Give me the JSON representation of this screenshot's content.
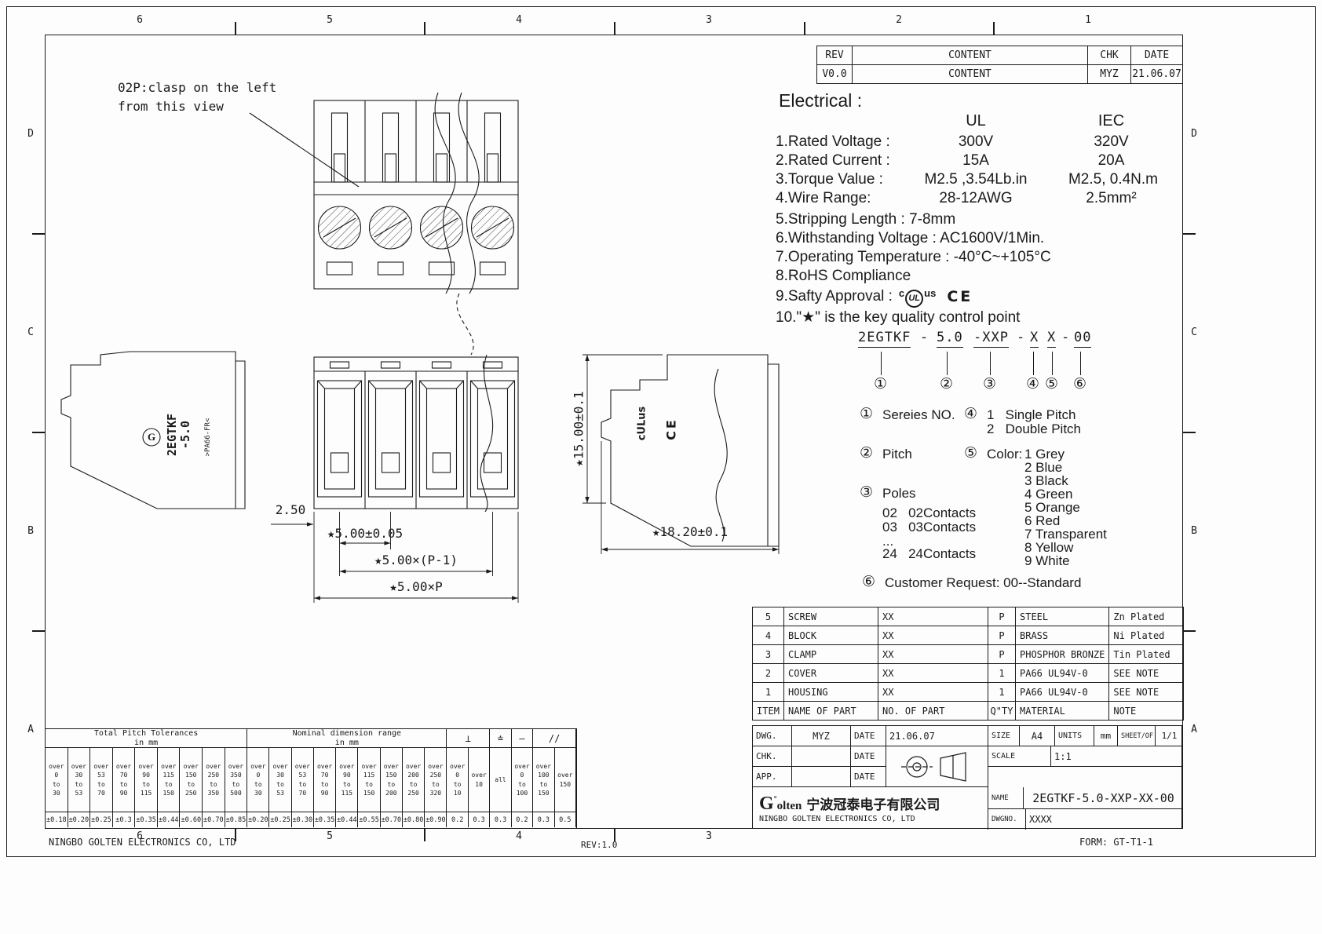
{
  "frame": {
    "cols": [
      "6",
      "5",
      "4",
      "3",
      "2",
      "1"
    ],
    "rows": [
      "D",
      "C",
      "B",
      "A"
    ],
    "footer_company": "NINGBO GOLTEN ELECTRONICS CO, LTD",
    "footer_rev": "REV:1.0",
    "footer_form": "FORM: GT-T1-1"
  },
  "revision": {
    "h0": "REV",
    "h1": "CONTENT",
    "h2": "CHK",
    "h3": "DATE",
    "r0": "V0.0",
    "r1": "CONTENT",
    "r2": "MYZ",
    "r3": "21.06.07"
  },
  "electrical": {
    "title": "Electrical :",
    "ul": "UL",
    "iec": "IEC",
    "rows": [
      {
        "label": "1.Rated Voltage :",
        "ul": "300V",
        "iec": "320V"
      },
      {
        "label": "2.Rated Current :",
        "ul": "15A",
        "iec": "20A"
      },
      {
        "label": "3.Torque Value :",
        "ul": "M2.5 ,3.54Lb.in",
        "iec": "M2.5, 0.4N.m"
      },
      {
        "label": "4.Wire Range:",
        "ul": "28-12AWG",
        "iec": "2.5mm²"
      }
    ],
    "l5": "5.Stripping Length : 7-8mm",
    "l6": "6.Withstanding Voltage : AC1600V/1Min.",
    "l7": "7.Operating Temperature : -40°C~+105°C",
    "l8": "8.RoHS Compliance",
    "l9": "9.Safty Approval :",
    "l10": "10.\"★\" is the key quality control point",
    "ul_c": "c",
    "ul_core": "UL",
    "ul_us": "us",
    "ce": "CE"
  },
  "ordering": {
    "seg0": "2EGTKF",
    "d1": "-",
    "seg1": "5.0",
    "seg2": "-XXP",
    "d2": "-",
    "seg3": "X",
    "seg4": "X",
    "d3": "-",
    "seg5": "00",
    "n1": "①",
    "n2": "②",
    "n3": "③",
    "n4": "④",
    "n5": "⑤",
    "n6": "⑥"
  },
  "legend": {
    "n1": "①",
    "s1": "Sereies NO.",
    "n2": "②",
    "s2": "Pitch",
    "n3": "③",
    "s3": "Poles",
    "poles": [
      "02   02Contacts",
      "03   03Contacts",
      "...",
      "24   24Contacts"
    ],
    "n4": "④",
    "s4": [
      "1   Single Pitch",
      "2   Double Pitch"
    ],
    "n5": "⑤",
    "s5": "Color:",
    "colors": [
      "1 Grey",
      "2 Blue",
      "3 Black",
      "4 Green",
      "5 Orange",
      "6 Red",
      "7 Transparent",
      "8 Yellow",
      "9 White"
    ],
    "n6": "⑥",
    "s6": "Customer Request: 00--Standard"
  },
  "drawing": {
    "note1": "02P:clasp on the left",
    "note2": "from this view",
    "side1": "2EGTKF",
    "side2": "-5.0",
    "molding": ">PA66-FR<",
    "logo_g": "G",
    "mark_ul": "cULus",
    "mark_ce": "CE",
    "dim_offset": "2.50",
    "dim_pitch": "★5.00±0.05",
    "dim_span": "★5.00×(P-1)",
    "dim_total": "★5.00×P",
    "dim_height": "★15.00±0.1",
    "dim_depth": "★18.20±0.1"
  },
  "parts": {
    "rows": [
      {
        "item": "5",
        "name": "SCREW",
        "no": "XX",
        "qty": "P",
        "material": "STEEL",
        "note": "Zn Plated"
      },
      {
        "item": "4",
        "name": "BLOCK",
        "no": "XX",
        "qty": "P",
        "material": "BRASS",
        "note": "Ni Plated"
      },
      {
        "item": "3",
        "name": "CLAMP",
        "no": "XX",
        "qty": "P",
        "material": "PHOSPHOR BRONZE",
        "note": "Tin Plated"
      },
      {
        "item": "2",
        "name": "COVER",
        "no": "XX",
        "qty": "1",
        "material": "PA66 UL94V-0",
        "note": "SEE NOTE"
      },
      {
        "item": "1",
        "name": "HOUSING",
        "no": "XX",
        "qty": "1",
        "material": "PA66 UL94V-0",
        "note": "SEE NOTE"
      }
    ],
    "f_item": "ITEM",
    "f_name": "NAME OF PART",
    "f_no": "NO. OF PART",
    "f_qty": "Q\"TY",
    "f_mat": "MATERIAL",
    "f_note": "NOTE"
  },
  "title_block": {
    "dwg_label": "DWG.",
    "dwg": "MYZ",
    "date_label": "DATE",
    "date": "21.06.07",
    "chk_label": "CHK.",
    "app_label": "APP.",
    "size_label": "SIZE",
    "size": "A4",
    "units_label": "UNITS",
    "units": "mm",
    "sheet_label": "SHEET/OF",
    "sheet": "1/1",
    "scale_label": "SCALE",
    "scale": "1:1",
    "name_label": "NAME",
    "name": "2EGTKF-5.0-XXP-XX-00",
    "dwgno_label": "DWGNO.",
    "dwgno": "XXXX",
    "logo_g": "G",
    "logo_deg": "°",
    "logo_rest": "olten",
    "company_cn": "宁波冠泰电子有限公司",
    "company_en": "NINGBO GOLTEN ELECTRONICS CO, LTD"
  },
  "tol": {
    "pitch_title": "Total Pitch Tolerances",
    "pitch_unit": "in mm",
    "pitch": [
      {
        "r": "over\n0\nto\n30",
        "v": "±0.18"
      },
      {
        "r": "over\n30\nto\n53",
        "v": "±0.20"
      },
      {
        "r": "over\n53\nto\n70",
        "v": "±0.25"
      },
      {
        "r": "over\n70\nto\n90",
        "v": "±0.3"
      },
      {
        "r": "over\n90\nto\n115",
        "v": "±0.35"
      },
      {
        "r": "over\n115\nto\n150",
        "v": "±0.44"
      },
      {
        "r": "over\n150\nto\n250",
        "v": "±0.60"
      },
      {
        "r": "over\n250\nto\n350",
        "v": "±0.70"
      },
      {
        "r": "over\n350\nto\n500",
        "v": "±0.85"
      }
    ],
    "nom_title": "Nominal dimension range",
    "nom_unit": "in mm",
    "nom": [
      {
        "r": "over\n0\nto\n30",
        "v": "±0.20"
      },
      {
        "r": "over\n30\nto\n53",
        "v": "±0.25"
      },
      {
        "r": "over\n53\nto\n70",
        "v": "±0.30"
      },
      {
        "r": "over\n70\nto\n90",
        "v": "±0.35"
      },
      {
        "r": "over\n90\nto\n115",
        "v": "±0.44"
      },
      {
        "r": "over\n115\nto\n150",
        "v": "±0.55"
      },
      {
        "r": "over\n150\nto\n200",
        "v": "±0.70"
      },
      {
        "r": "over\n200\nto\n250",
        "v": "±0.80"
      },
      {
        "r": "over\n250\nto\n320",
        "v": "±0.90"
      }
    ],
    "sym": [
      "⊥",
      "≐",
      "—",
      "//"
    ],
    "geo": [
      {
        "r": "over\n0\nto\n10",
        "v": "0.2"
      },
      {
        "r": "over\n10",
        "v": "0.3"
      },
      {
        "r": "all",
        "v": "0.3"
      },
      {
        "r": "over\n0\nto\n100",
        "v": "0.2"
      },
      {
        "r": "over\n100\nto\n150",
        "v": "0.3"
      },
      {
        "r": "over\n150",
        "v": "0.5"
      }
    ]
  }
}
